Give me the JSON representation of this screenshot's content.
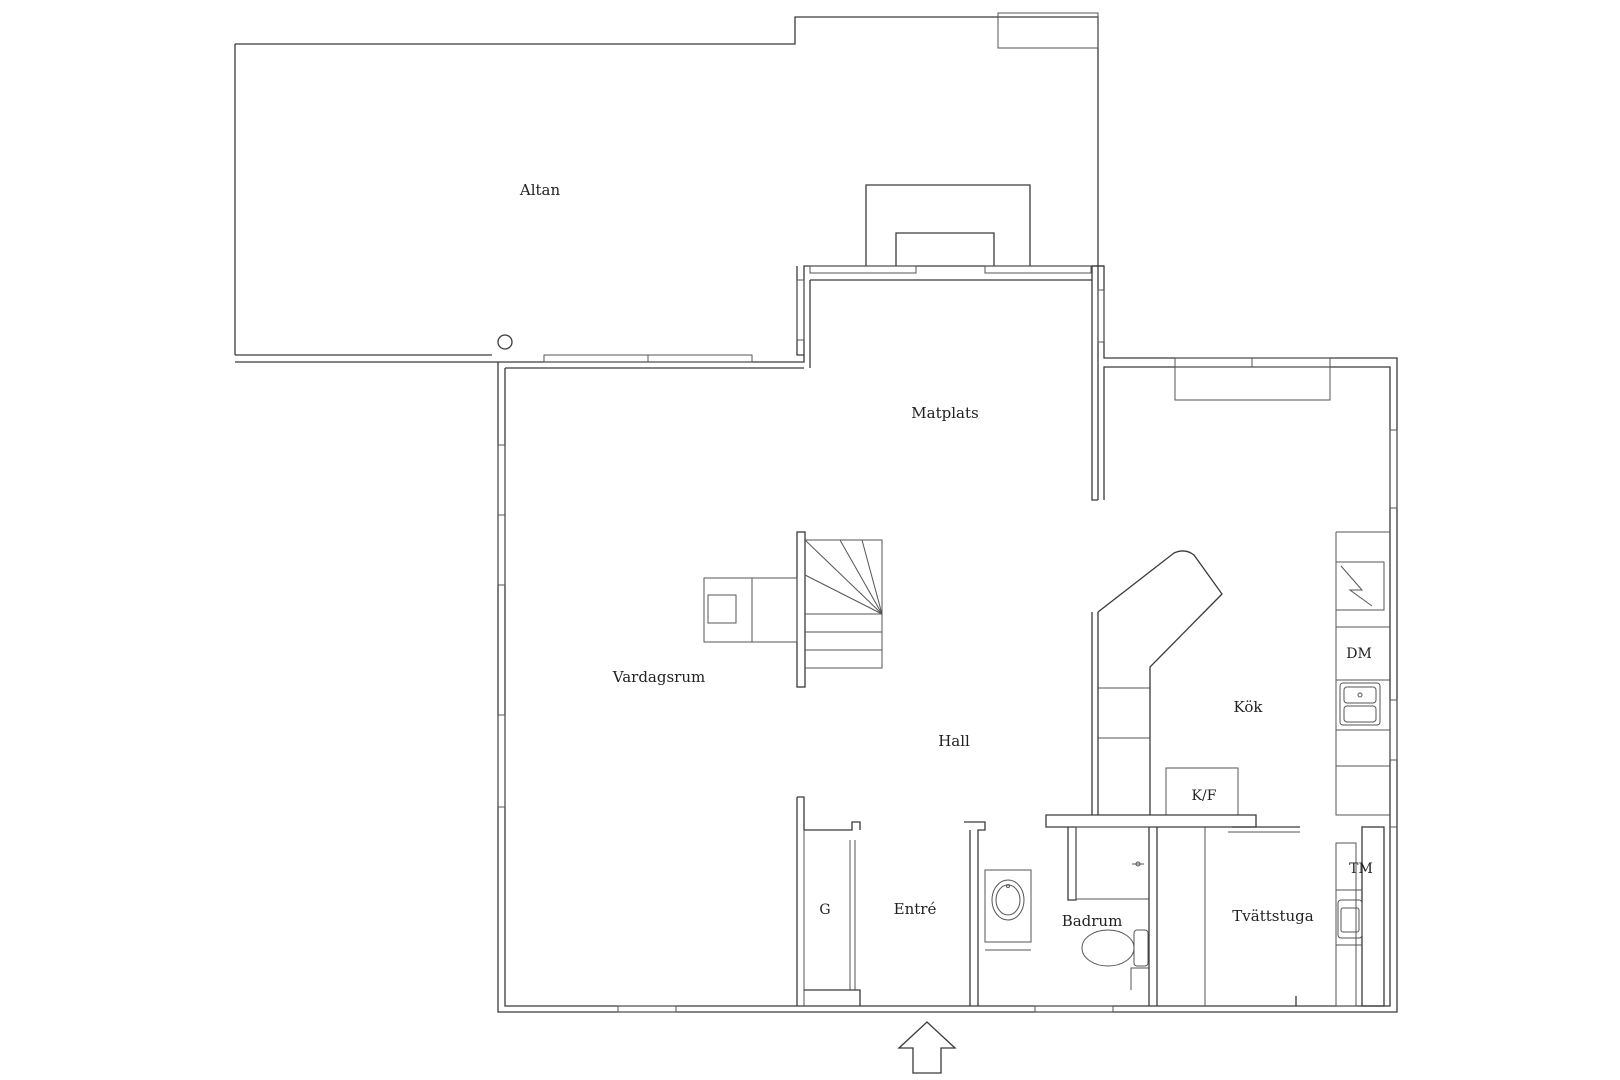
{
  "rooms": {
    "altan": "Altan",
    "matplats": "Matplats",
    "vardagsrum": "Vardagsrum",
    "hall": "Hall",
    "kok": "Kök",
    "entre": "Entré",
    "badrum": "Badrum",
    "tvattstuga": "Tvättstuga"
  },
  "fixtures": {
    "g": "G",
    "dm": "DM",
    "kf": "K/F",
    "tm": "TM"
  }
}
